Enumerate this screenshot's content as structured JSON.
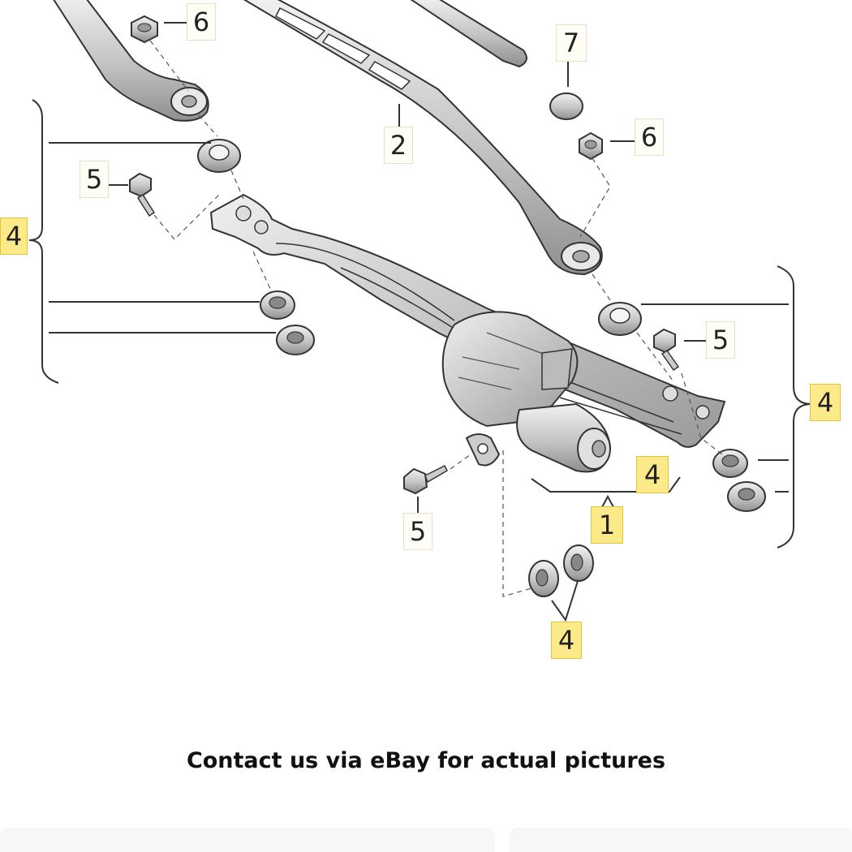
{
  "callouts": {
    "c6_top": "6",
    "c2": "2",
    "c7": "7",
    "c6_right": "6",
    "c5_left": "5",
    "c4_left": "4",
    "c5_right": "5",
    "c4_right": "4",
    "c4_motor": "4",
    "c1": "1",
    "c5_bottom": "5",
    "c4_bottom": "4"
  },
  "footer": {
    "text": "Contact us via eBay for actual pictures"
  },
  "colors": {
    "highlight": "#fbe98a",
    "line": "#333333",
    "part_fill": "#d9d9d9"
  }
}
